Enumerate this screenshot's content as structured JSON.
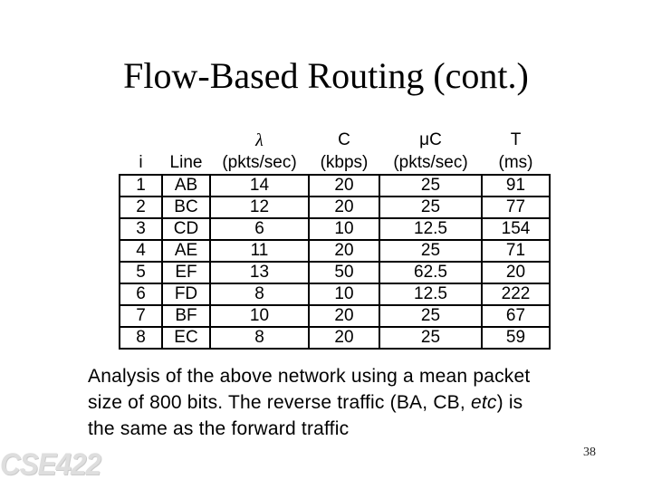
{
  "slide": {
    "title": "Flow-Based Routing (cont.)",
    "watermark": "CSE422",
    "page_number": "38"
  },
  "table": {
    "header": {
      "row1": {
        "lambda": "λ",
        "c": "C",
        "muc": "μC",
        "t": "T"
      },
      "row2": {
        "i": "i",
        "line": "Line",
        "lambda_unit": "(pkts/sec)",
        "c_unit": "(kbps)",
        "muc_unit": "(pkts/sec)",
        "t_unit": "(ms)"
      }
    },
    "rows": [
      {
        "i": "1",
        "line": "AB",
        "lambda": "14",
        "c": "20",
        "muc": "25",
        "t": "91"
      },
      {
        "i": "2",
        "line": "BC",
        "lambda": "12",
        "c": "20",
        "muc": "25",
        "t": "77"
      },
      {
        "i": "3",
        "line": "CD",
        "lambda": "6",
        "c": "10",
        "muc": "12.5",
        "t": "154"
      },
      {
        "i": "4",
        "line": "AE",
        "lambda": "11",
        "c": "20",
        "muc": "25",
        "t": "71"
      },
      {
        "i": "5",
        "line": "EF",
        "lambda": "13",
        "c": "50",
        "muc": "62.5",
        "t": "20"
      },
      {
        "i": "6",
        "line": "FD",
        "lambda": "8",
        "c": "10",
        "muc": "12.5",
        "t": "222"
      },
      {
        "i": "7",
        "line": "BF",
        "lambda": "10",
        "c": "20",
        "muc": "25",
        "t": "67"
      },
      {
        "i": "8",
        "line": "EC",
        "lambda": "8",
        "c": "20",
        "muc": "25",
        "t": "59"
      }
    ]
  },
  "analysis": {
    "line1": "Analysis of the above network using a mean packet",
    "line2_pre": "size of 800 bits. The reverse traffic (BA, CB, ",
    "line2_etc": "etc",
    "line2_post": ") is",
    "line3": "the same as the forward traffic"
  }
}
